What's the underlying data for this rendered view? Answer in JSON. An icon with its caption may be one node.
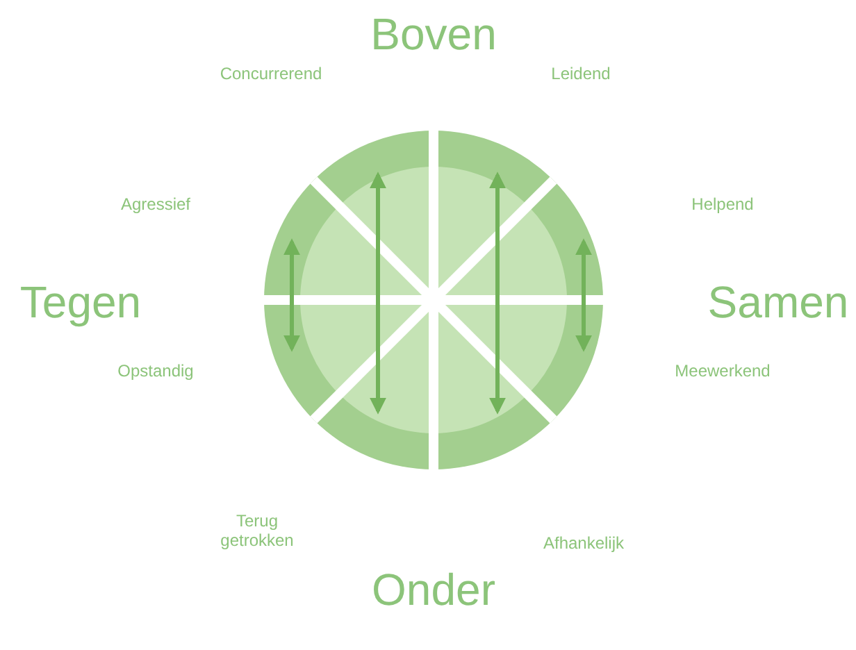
{
  "diagram": {
    "labels": [
      "Boven",
      "Concurrerend",
      "Leidend",
      "Agressief",
      "Helpend",
      "Tegen",
      "Samen",
      "Opstandig",
      "Meewerkend",
      "Terug getrokken",
      "Afhankelijk",
      "Onder"
    ]
  }
}
